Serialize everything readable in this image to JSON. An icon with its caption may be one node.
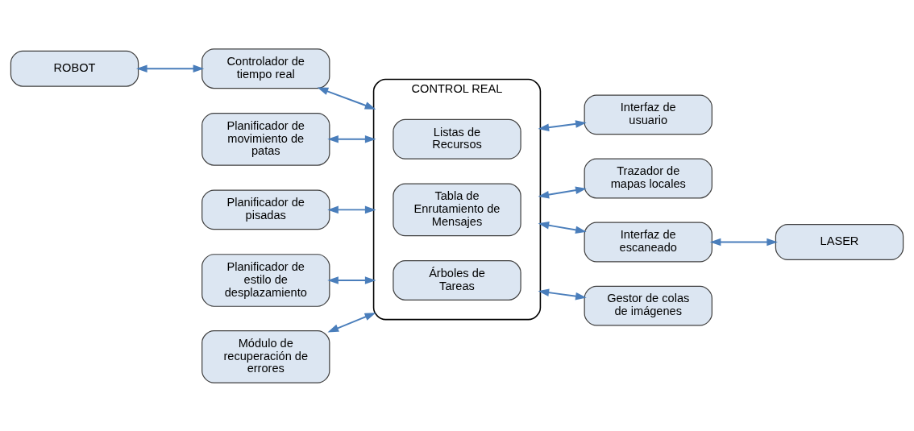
{
  "diagram": {
    "nodes": [
      {
        "text": [
          "ROBOT"
        ]
      },
      {
        "text": [
          "Controlador de tiempo real"
        ]
      },
      {
        "text": [
          "LASER"
        ]
      },
      {
        "text": [
          "Planificador de estilo de desplazamiento"
        ]
      },
      {
        "text": [
          "CONTROL REAL"
        ]
      },
      {
        "text": [
          "Tabla de Enrutamiento de Mensajes"
        ],
        "in": 4
      },
      {
        "text": [
          "Listas de Recursos"
        ],
        "in": 4
      },
      {
        "text": [
          "Árboles de Tareas"
        ],
        "in": 4
      },
      {
        "text": [
          "Interfaz de escaneado"
        ]
      },
      {
        "text": [
          "Planificador de pisadas"
        ]
      },
      {
        "text": [
          "Gestor de colas de imágenes"
        ]
      },
      {
        "text": [
          "Planificador de movimiento de patas"
        ]
      },
      {
        "text": [
          "Trazador de mapas locales"
        ]
      },
      {
        "text": [
          "Módulo de recuperación de errores"
        ]
      },
      {
        "text": [
          "Interfaz de usuario"
        ]
      }
    ],
    "edges": [
      {
        "from": 0,
        "to": 1,
        "arrow": "both"
      },
      {
        "from": 1,
        "to": 4,
        "arrow": "both"
      },
      {
        "from": 3,
        "to": 4,
        "arrow": "both"
      },
      {
        "from": 9,
        "to": 4,
        "arrow": "both"
      },
      {
        "from": 11,
        "to": 4,
        "arrow": "both"
      },
      {
        "from": 13,
        "to": 4,
        "arrow": "both"
      },
      {
        "from": 4,
        "to": 8,
        "arrow": "both"
      },
      {
        "from": 8,
        "to": 2,
        "arrow": "both"
      },
      {
        "from": 4,
        "to": 10,
        "arrow": "both"
      },
      {
        "from": 4,
        "to": 12,
        "arrow": "both"
      },
      {
        "from": 4,
        "to": 14,
        "arrow": "both"
      }
    ]
  }
}
